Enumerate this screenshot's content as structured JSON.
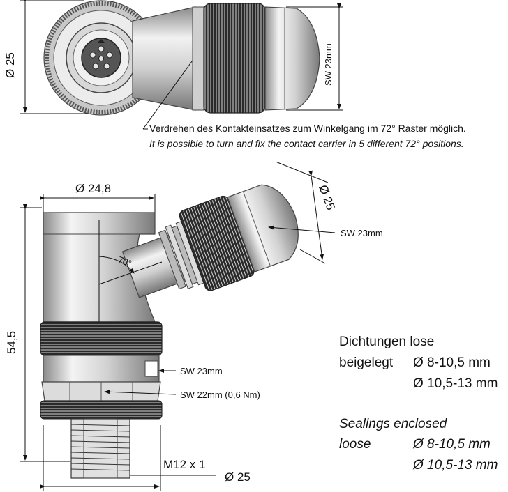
{
  "top_view": {
    "diameter_label": "Ø 25",
    "wrench_label": "SW 23mm",
    "note_de": "Verdrehen des Kontakteinsatzes zum Winkelgang im 72° Raster möglich.",
    "note_en": "It is possible to turn and fix the contact carrier in 5 different 72° positions."
  },
  "side_view": {
    "width_label": "Ø 24,8",
    "angled_diameter_label": "Ø 25",
    "angled_wrench_label": "SW 23mm",
    "angle_label": "70°",
    "height_label": "54,5",
    "nut_wrench_label": "SW 23mm",
    "body_wrench_label": "SW 22mm (0,6 Nm)",
    "thread_label": "M12 x 1",
    "bottom_diameter_label": "Ø 25"
  },
  "legend": {
    "de_title": "Dichtungen lose",
    "de_word": "beigelegt",
    "de_range1": "Ø 8-10,5 mm",
    "de_range2": "Ø 10,5-13 mm",
    "en_title": "Sealings enclosed",
    "en_word": "loose",
    "en_range1": "Ø 8-10,5 mm",
    "en_range2": "Ø 10,5-13 mm"
  }
}
